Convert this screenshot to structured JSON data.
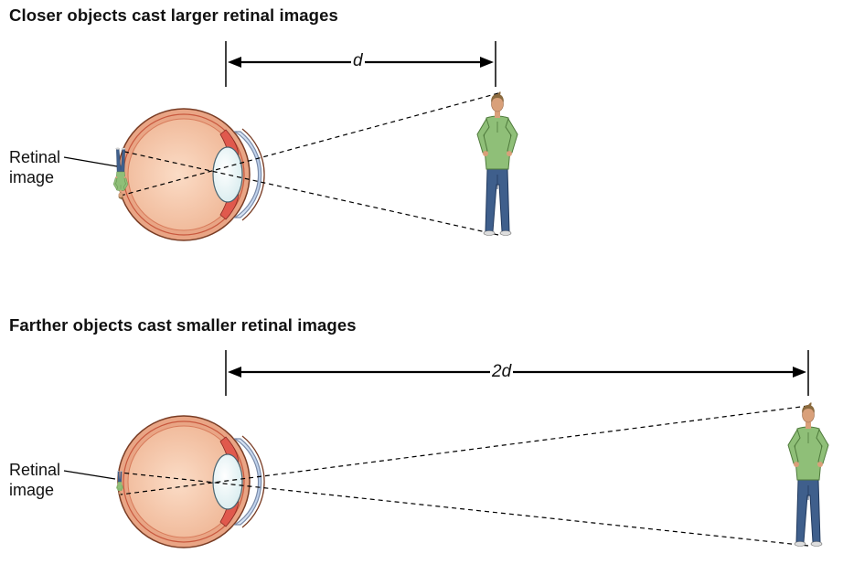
{
  "panels": [
    {
      "title": "Closer objects cast larger retinal images",
      "retinal_label": "Retinal\nimage",
      "distance_label": "d"
    },
    {
      "title": "Farther objects cast smaller retinal images",
      "retinal_label": "Retinal\nimage",
      "distance_label": "2d"
    }
  ],
  "colors": {
    "sclera": "#e8a786",
    "vitreous": "#f6ccb0",
    "lens": "#e9f4f6",
    "cornea": "#cbdcf2",
    "iris": "#e05a4e",
    "shirt": "#8fbf78",
    "jeans": "#3f5f8c",
    "skin": "#d9a07a",
    "hair": "#8a6a3e"
  }
}
